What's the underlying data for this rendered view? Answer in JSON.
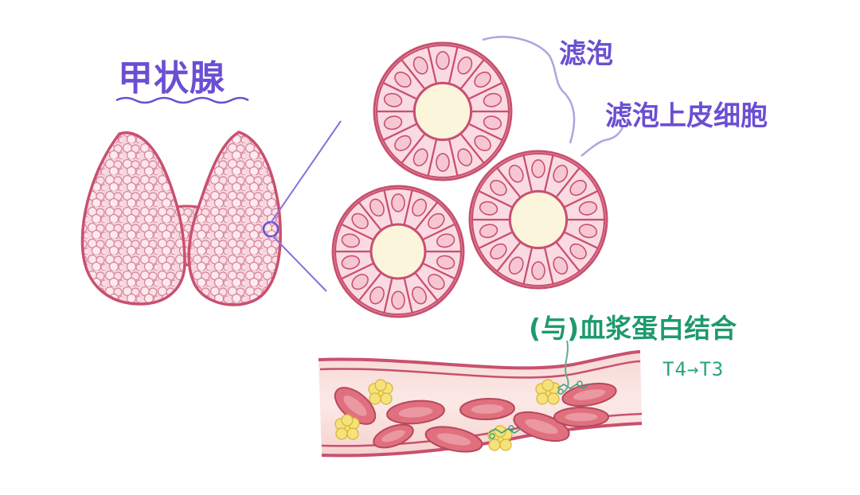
{
  "labels": {
    "title": "甲状腺",
    "follicle": "滤泡",
    "follicular_epithelial_cell": "滤泡上皮细胞",
    "plasma_protein_binding": "(与)血浆蛋白结合",
    "conversion": "T4→T3"
  },
  "colors": {
    "label_purple": "#6a4fd3",
    "label_green": "#1e9a6c",
    "tissue_pink": "#f2c2cf",
    "tissue_outline": "#c9506e",
    "colloid": "#fbf5dc",
    "vessel_wall": "#c9506e",
    "blood_cell": "#e0707e",
    "hormone_yellow": "#f6e27a"
  },
  "icons": [
    "thyroid-gland",
    "follicle-cluster",
    "blood-vessel",
    "red-blood-cell",
    "hormone-molecule"
  ]
}
